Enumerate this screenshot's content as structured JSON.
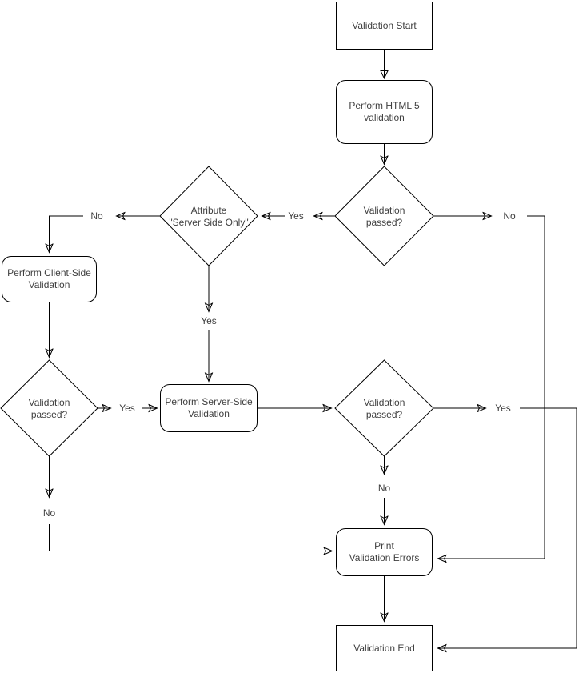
{
  "diagram": {
    "colors": {
      "background": "#ffffff",
      "stroke": "#000000",
      "text": "#404040"
    },
    "nodes": {
      "start": {
        "label": "Validation Start",
        "shape": "rectangle"
      },
      "html5": {
        "label": "Perform HTML 5\nvalidation",
        "shape": "rounded-rectangle"
      },
      "passed_top": {
        "label": "Validation\npassed?",
        "shape": "diamond"
      },
      "attribute": {
        "label": "Attribute\n\"Server Side Only\"",
        "shape": "diamond"
      },
      "client_side": {
        "label": "Perform Client-Side\nValidation",
        "shape": "rounded-rectangle"
      },
      "passed_left": {
        "label": "Validation\npassed?",
        "shape": "diamond"
      },
      "server_side": {
        "label": "Perform Server-Side\nValidation",
        "shape": "rounded-rectangle"
      },
      "passed_right": {
        "label": "Validation\npassed?",
        "shape": "diamond"
      },
      "print_errors": {
        "label": "Print\nValidation Errors",
        "shape": "rounded-rectangle"
      },
      "end": {
        "label": "Validation End",
        "shape": "rectangle"
      }
    },
    "edge_labels": {
      "top_yes": "Yes",
      "top_no": "No",
      "attr_no": "No",
      "attr_yes": "Yes",
      "left_yes": "Yes",
      "left_no": "No",
      "right_yes": "Yes",
      "right_no": "No"
    }
  }
}
